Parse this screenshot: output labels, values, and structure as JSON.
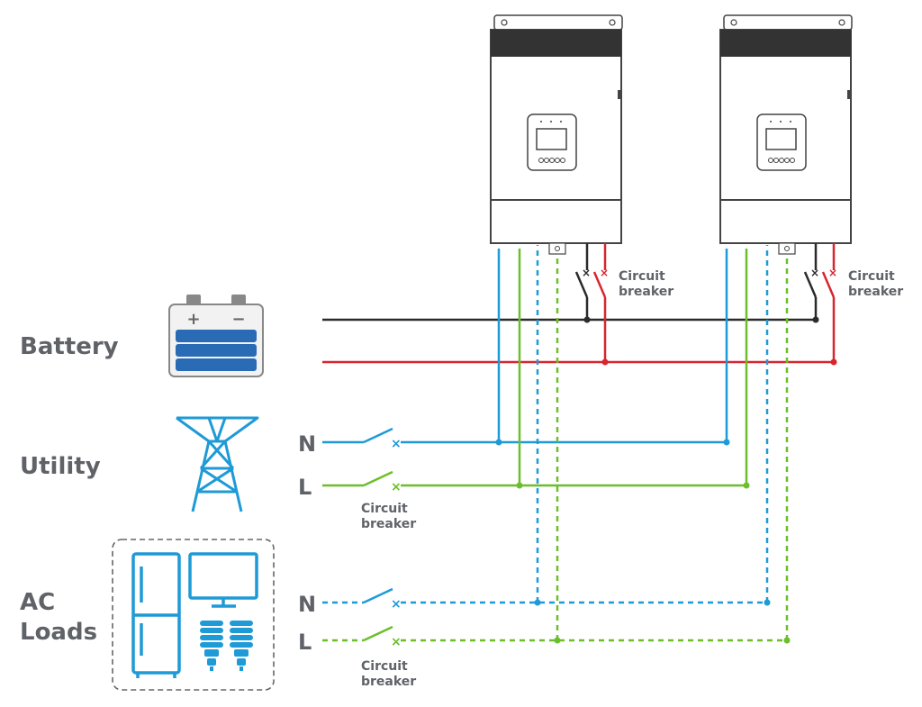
{
  "labels": {
    "battery": "Battery",
    "utility": "Utility",
    "ac_loads_line1": "AC",
    "ac_loads_line2": "Loads",
    "utility_n": "N",
    "utility_l": "L",
    "load_n": "N",
    "load_l": "L",
    "cb_utility_line1": "Circuit",
    "cb_utility_line2": "breaker",
    "cb_load_line1": "Circuit",
    "cb_load_line2": "breaker",
    "cb_inv1_line1": "Circuit",
    "cb_inv1_line2": "breaker",
    "cb_inv2_line1": "Circuit",
    "cb_inv2_line2": "breaker",
    "battery_plus": "+",
    "battery_minus": "−"
  },
  "colors": {
    "neutral_blue": "#1e9ad6",
    "live_green": "#6cbf2a",
    "battery_red": "#d7262f",
    "battery_black": "#2b2b2b",
    "icon_blue": "#1e9ad6",
    "label_gray": "#5f6368"
  },
  "icons": {
    "battery": "battery-icon",
    "utility": "transmission-tower-icon",
    "refrigerator": "refrigerator-icon",
    "monitor": "monitor-icon",
    "bulb": "light-bulb-icon"
  }
}
